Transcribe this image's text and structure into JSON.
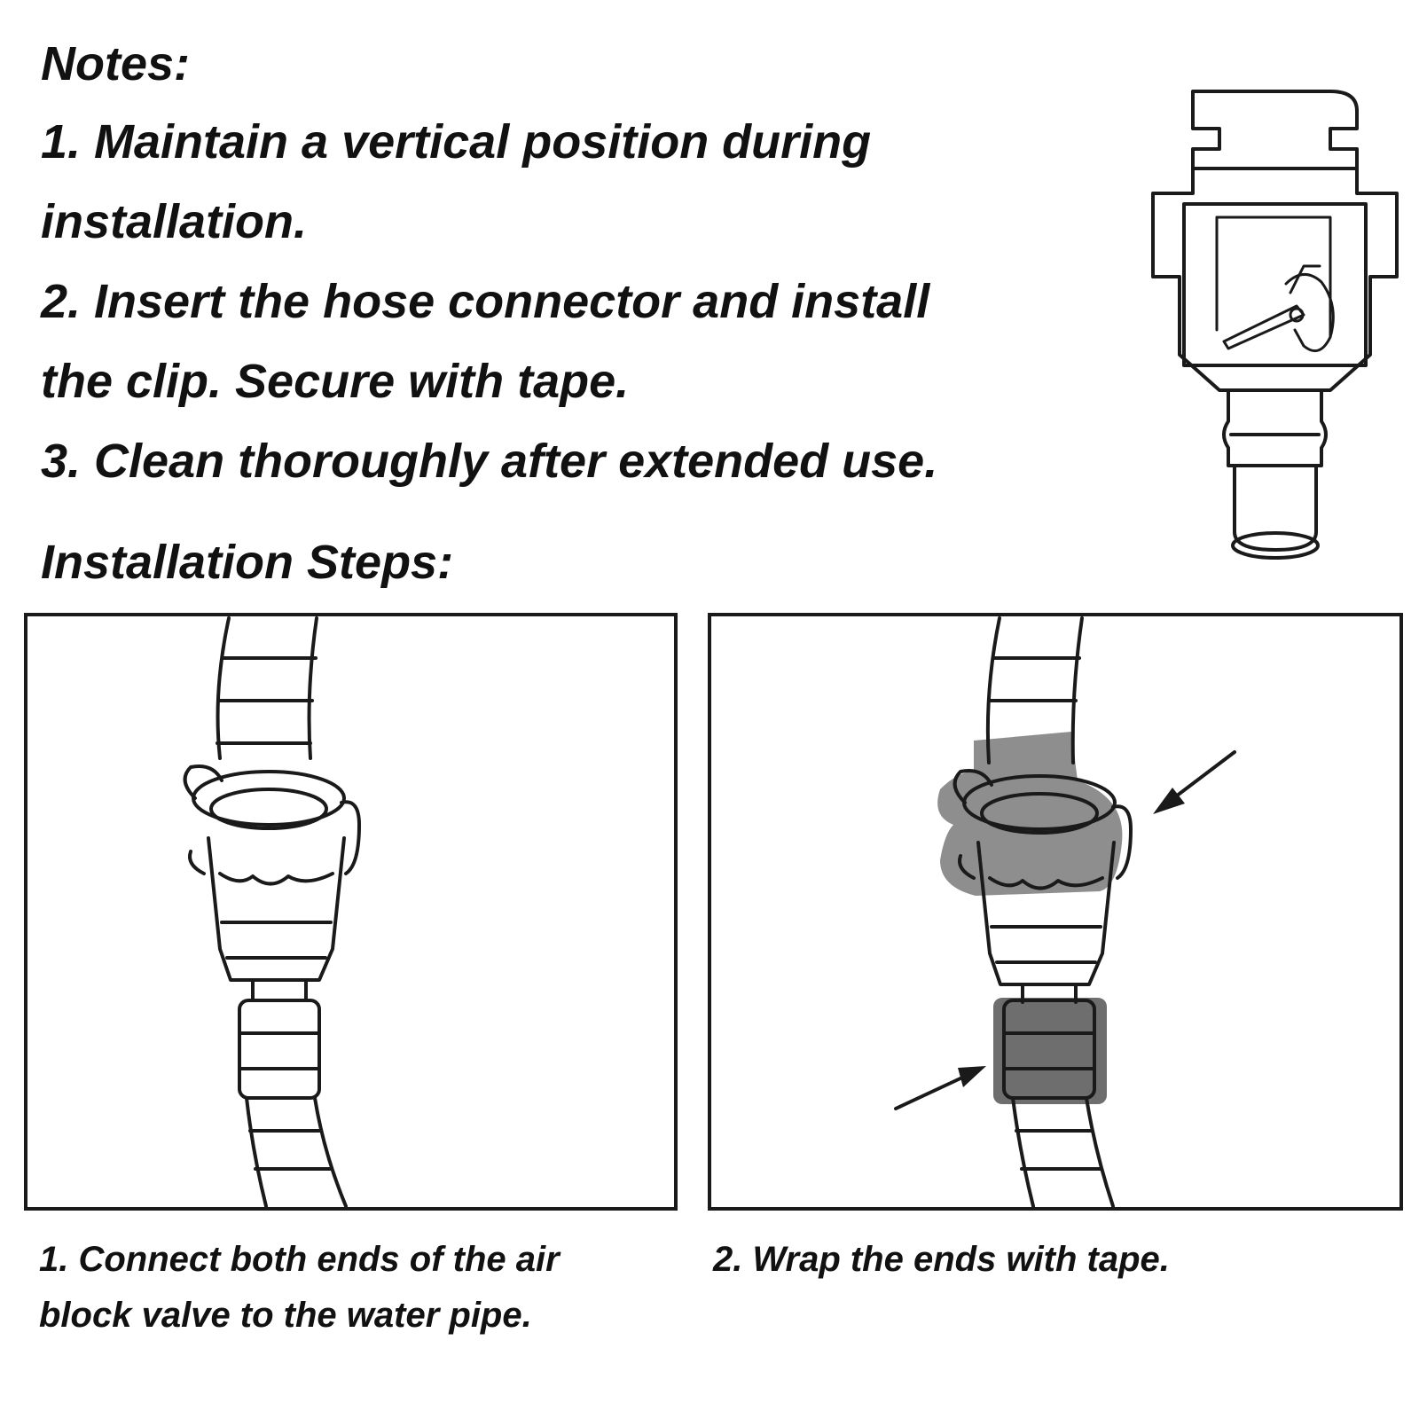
{
  "notes": {
    "heading": "Notes:",
    "lines": [
      "1. Maintain a vertical position during",
      "installation.",
      "2. Insert the hose connector and install",
      "the clip. Secure with tape.",
      "3. Clean thoroughly after extended use."
    ]
  },
  "steps": {
    "heading": "Installation Steps:",
    "captions": [
      {
        "lines": [
          "1. Connect both ends of the air",
          "block valve to the water pipe."
        ]
      },
      {
        "lines": [
          "2. Wrap the ends with tape."
        ]
      }
    ]
  },
  "colors": {
    "text": "#111111",
    "line": "#1a1a1a",
    "tape": "#777777"
  }
}
